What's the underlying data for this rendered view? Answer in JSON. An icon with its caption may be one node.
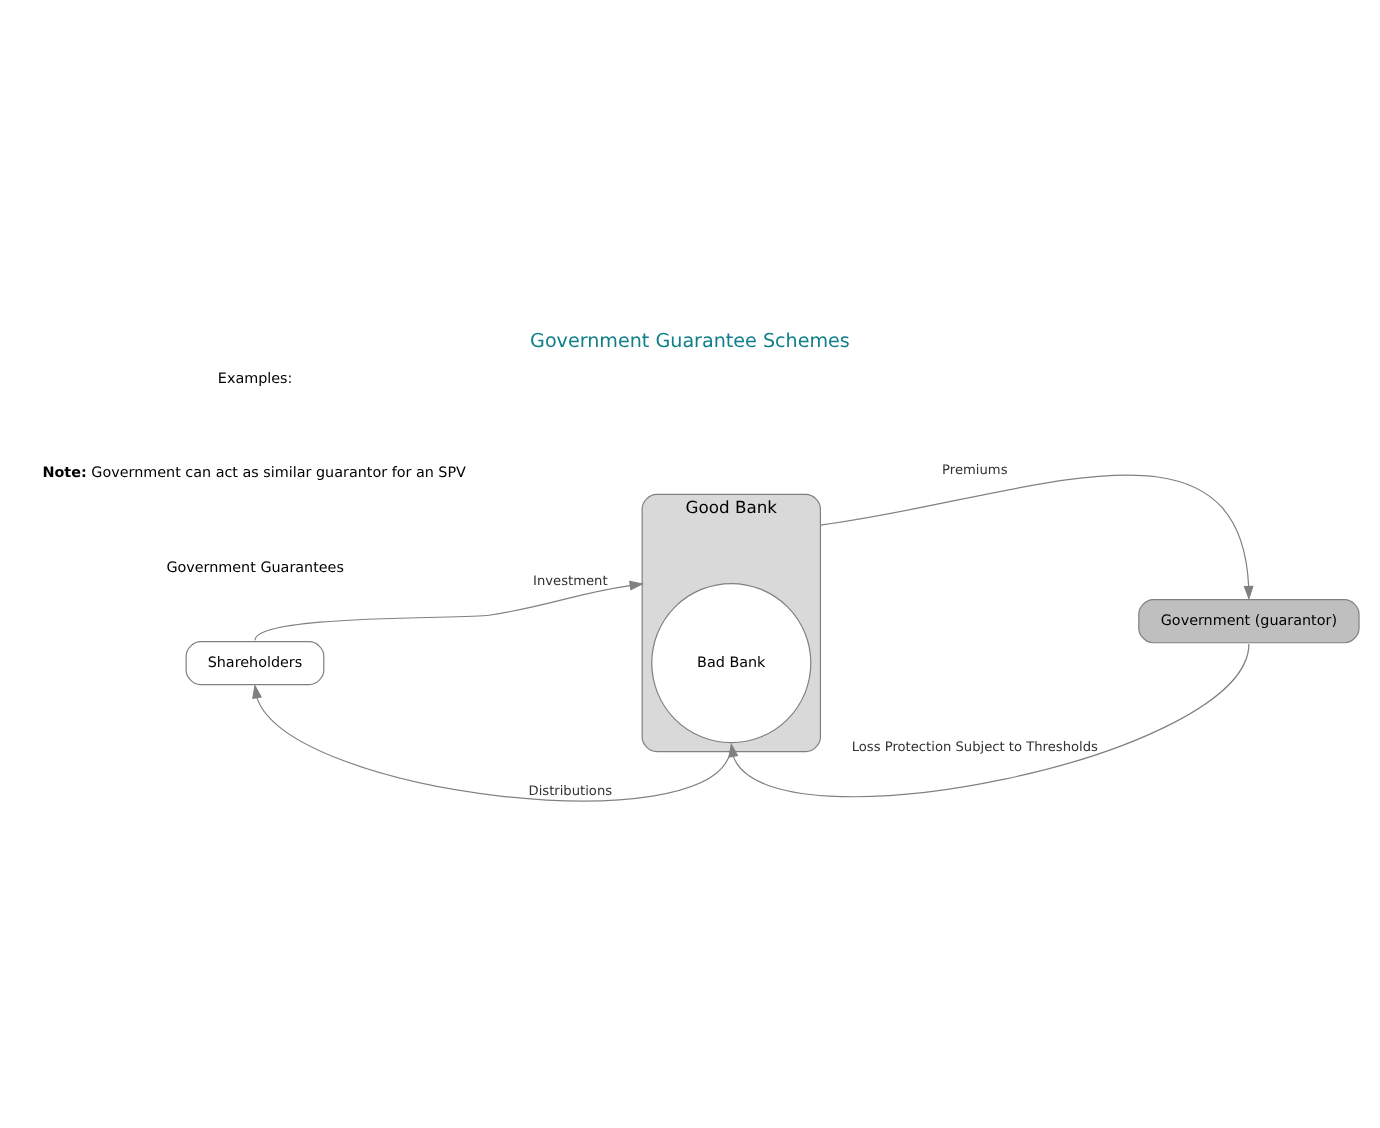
{
  "diagram": {
    "title": "Government Guarantee Schemes",
    "nodes": [
      {
        "text": [
          "Shareholders"
        ]
      },
      {
        "text": [
          "Good Bank"
        ]
      },
      {
        "text": [
          "Bad Bank"
        ],
        "in": 1
      },
      {
        "text": [
          "Government (guarantor)"
        ]
      }
    ],
    "edges": [
      {
        "from": 0,
        "to": 1,
        "arrow": "to",
        "label": "Investment"
      },
      {
        "from": 1,
        "to": 0,
        "arrow": "to",
        "label": "Distributions"
      },
      {
        "from": 1,
        "to": 3,
        "arrow": "to",
        "label": "Premiums"
      },
      {
        "from": 3,
        "to": 2,
        "arrow": "to",
        "label": "Loss Protection Subject to Thresholds"
      }
    ],
    "labels": [
      "Government Guarantees",
      "**Note:** Government can act as similar guarantor for an SPV",
      "Examples:"
    ]
  }
}
